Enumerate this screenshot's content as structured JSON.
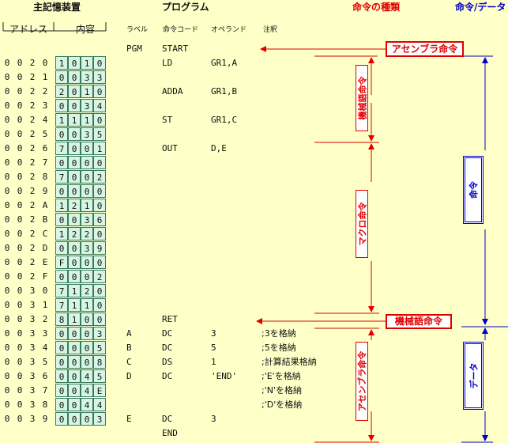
{
  "header": {
    "memory_title": "主記憶装置",
    "program_title": "プログラム",
    "instr_kind_title": "命令の種類",
    "instr_data_title": "命令/データ"
  },
  "subheader": {
    "address": "アドレス",
    "content": "内容",
    "label": "ラベル",
    "opcode": "命令コード",
    "operand": "オペランド",
    "comment": "注釈"
  },
  "memory_rows": [
    {
      "addr": [
        "0",
        "0",
        "2",
        "0"
      ],
      "cells": [
        "1",
        "0",
        "1",
        "0"
      ]
    },
    {
      "addr": [
        "0",
        "0",
        "2",
        "1"
      ],
      "cells": [
        "0",
        "0",
        "3",
        "3"
      ]
    },
    {
      "addr": [
        "0",
        "0",
        "2",
        "2"
      ],
      "cells": [
        "2",
        "0",
        "1",
        "0"
      ]
    },
    {
      "addr": [
        "0",
        "0",
        "2",
        "3"
      ],
      "cells": [
        "0",
        "0",
        "3",
        "4"
      ]
    },
    {
      "addr": [
        "0",
        "0",
        "2",
        "4"
      ],
      "cells": [
        "1",
        "1",
        "1",
        "0"
      ]
    },
    {
      "addr": [
        "0",
        "0",
        "2",
        "5"
      ],
      "cells": [
        "0",
        "0",
        "3",
        "5"
      ]
    },
    {
      "addr": [
        "0",
        "0",
        "2",
        "6"
      ],
      "cells": [
        "7",
        "0",
        "0",
        "1"
      ]
    },
    {
      "addr": [
        "0",
        "0",
        "2",
        "7"
      ],
      "cells": [
        "0",
        "0",
        "0",
        "0"
      ]
    },
    {
      "addr": [
        "0",
        "0",
        "2",
        "8"
      ],
      "cells": [
        "7",
        "0",
        "0",
        "2"
      ]
    },
    {
      "addr": [
        "0",
        "0",
        "2",
        "9"
      ],
      "cells": [
        "0",
        "0",
        "0",
        "0"
      ]
    },
    {
      "addr": [
        "0",
        "0",
        "2",
        "A"
      ],
      "cells": [
        "1",
        "2",
        "1",
        "0"
      ]
    },
    {
      "addr": [
        "0",
        "0",
        "2",
        "B"
      ],
      "cells": [
        "0",
        "0",
        "3",
        "6"
      ]
    },
    {
      "addr": [
        "0",
        "0",
        "2",
        "C"
      ],
      "cells": [
        "1",
        "2",
        "2",
        "0"
      ]
    },
    {
      "addr": [
        "0",
        "0",
        "2",
        "D"
      ],
      "cells": [
        "0",
        "0",
        "3",
        "9"
      ]
    },
    {
      "addr": [
        "0",
        "0",
        "2",
        "E"
      ],
      "cells": [
        "F",
        "0",
        "0",
        "0"
      ]
    },
    {
      "addr": [
        "0",
        "0",
        "2",
        "F"
      ],
      "cells": [
        "0",
        "0",
        "0",
        "2"
      ]
    },
    {
      "addr": [
        "0",
        "0",
        "3",
        "0"
      ],
      "cells": [
        "7",
        "1",
        "2",
        "0"
      ]
    },
    {
      "addr": [
        "0",
        "0",
        "3",
        "1"
      ],
      "cells": [
        "7",
        "1",
        "1",
        "0"
      ]
    },
    {
      "addr": [
        "0",
        "0",
        "3",
        "2"
      ],
      "cells": [
        "8",
        "1",
        "0",
        "0"
      ]
    },
    {
      "addr": [
        "0",
        "0",
        "3",
        "3"
      ],
      "cells": [
        "0",
        "0",
        "0",
        "3"
      ]
    },
    {
      "addr": [
        "0",
        "0",
        "3",
        "4"
      ],
      "cells": [
        "0",
        "0",
        "0",
        "5"
      ]
    },
    {
      "addr": [
        "0",
        "0",
        "3",
        "5"
      ],
      "cells": [
        "0",
        "0",
        "0",
        "8"
      ]
    },
    {
      "addr": [
        "0",
        "0",
        "3",
        "6"
      ],
      "cells": [
        "0",
        "0",
        "4",
        "5"
      ]
    },
    {
      "addr": [
        "0",
        "0",
        "3",
        "7"
      ],
      "cells": [
        "0",
        "0",
        "4",
        "E"
      ]
    },
    {
      "addr": [
        "0",
        "0",
        "3",
        "8"
      ],
      "cells": [
        "0",
        "0",
        "4",
        "4"
      ]
    },
    {
      "addr": [
        "0",
        "0",
        "3",
        "9"
      ],
      "cells": [
        "0",
        "0",
        "0",
        "3"
      ]
    }
  ],
  "program_lines": [
    {
      "label": "PGM",
      "op": "START",
      "operand": "",
      "comment": ""
    },
    {
      "label": "",
      "op": "LD",
      "operand": "GR1,A",
      "comment": ""
    },
    {
      "label": "",
      "op": "",
      "operand": "",
      "comment": ""
    },
    {
      "label": "",
      "op": "ADDA",
      "operand": "GR1,B",
      "comment": ""
    },
    {
      "label": "",
      "op": "",
      "operand": "",
      "comment": ""
    },
    {
      "label": "",
      "op": "ST",
      "operand": "GR1,C",
      "comment": ""
    },
    {
      "label": "",
      "op": "",
      "operand": "",
      "comment": ""
    },
    {
      "label": "",
      "op": "OUT",
      "operand": "D,E",
      "comment": ""
    },
    {
      "label": "",
      "op": "",
      "operand": "",
      "comment": ""
    },
    {
      "label": "",
      "op": "",
      "operand": "",
      "comment": ""
    },
    {
      "label": "",
      "op": "",
      "operand": "",
      "comment": ""
    },
    {
      "label": "",
      "op": "",
      "operand": "",
      "comment": ""
    },
    {
      "label": "",
      "op": "",
      "operand": "",
      "comment": ""
    },
    {
      "label": "",
      "op": "",
      "operand": "",
      "comment": ""
    },
    {
      "label": "",
      "op": "",
      "operand": "",
      "comment": ""
    },
    {
      "label": "",
      "op": "",
      "operand": "",
      "comment": ""
    },
    {
      "label": "",
      "op": "",
      "operand": "",
      "comment": ""
    },
    {
      "label": "",
      "op": "",
      "operand": "",
      "comment": ""
    },
    {
      "label": "",
      "op": "",
      "operand": "",
      "comment": ""
    },
    {
      "label": "",
      "op": "RET",
      "operand": "",
      "comment": ""
    },
    {
      "label": "A",
      "op": "DC",
      "operand": "3",
      "comment": ";3を格納"
    },
    {
      "label": "B",
      "op": "DC",
      "operand": "5",
      "comment": ";5を格納"
    },
    {
      "label": "C",
      "op": "DS",
      "operand": "1",
      "comment": ";計算結果格納"
    },
    {
      "label": "D",
      "op": "DC",
      "operand": "'END'",
      "comment": ";'E'を格納"
    },
    {
      "label": "",
      "op": "",
      "operand": "",
      "comment": ";'N'を格納"
    },
    {
      "label": "",
      "op": "",
      "operand": "",
      "comment": ";'D'を格納"
    },
    {
      "label": "E",
      "op": "DC",
      "operand": "3",
      "comment": ""
    },
    {
      "label": "",
      "op": "END",
      "operand": "",
      "comment": ""
    }
  ],
  "annotations": {
    "assembler_instr": "アセンブラ命令",
    "machine_instr_v": "機械語命令",
    "macro_instr": "マクロ命令",
    "machine_instr_h": "機械語命令",
    "assembler_instr_v": "アセンブラ命令",
    "instruction": "命令",
    "data": "データ"
  },
  "colors": {
    "background": "#FFFFC8",
    "cell_fill": "#D6F5E5",
    "red": "#E00000",
    "blue": "#0000CC"
  }
}
